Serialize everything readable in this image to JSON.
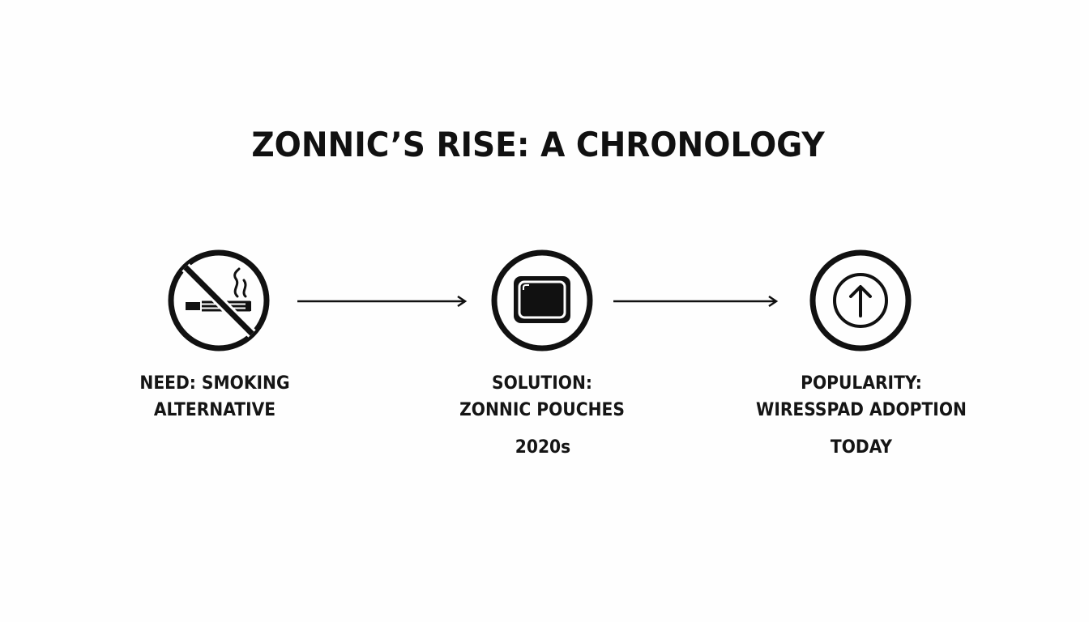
{
  "title": "ZONNIC’S RISE: A CHRONOLOGY",
  "steps": [
    {
      "icon": "no-smoking-icon",
      "label_lines": [
        "NEED: SMOKING",
        "ALTERNATIVE"
      ],
      "date": ""
    },
    {
      "icon": "pouch-icon",
      "label_lines": [
        "SOLUTION:",
        "ZONNIC POUCHES"
      ],
      "date": "2020s"
    },
    {
      "icon": "arrow-up-icon",
      "label_lines": [
        "POPULARITY:",
        "WIRESSPAD ADOPTION"
      ],
      "date": "TODAY"
    }
  ],
  "colors": {
    "ink": "#111111",
    "background": "#fefefe"
  }
}
